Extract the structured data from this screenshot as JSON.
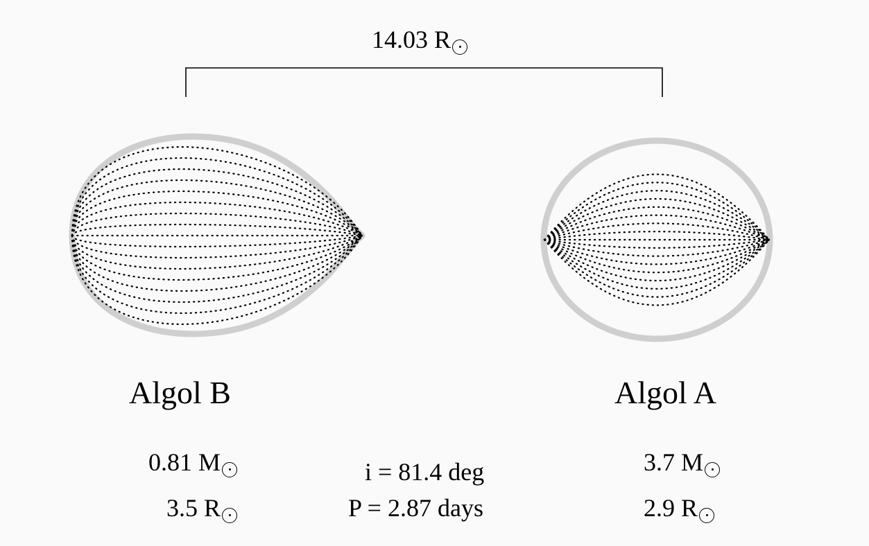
{
  "separation": {
    "value": "14.03 R",
    "unit_symbol": "sun-symbol"
  },
  "stars": [
    {
      "name": "Algol B",
      "mass": "0.81 M",
      "radius": "3.5 R",
      "shape": "teardrop-roche-lobe"
    },
    {
      "name": "Algol A",
      "mass": "3.7 M",
      "radius": "2.9 R",
      "shape": "sphere"
    }
  ],
  "orbit": {
    "inclination": "i = 81.4 deg",
    "period": "P = 2.87 days"
  },
  "colors": {
    "background": "#fafafa",
    "ink": "#000000",
    "halo": "#bdbdbd"
  }
}
